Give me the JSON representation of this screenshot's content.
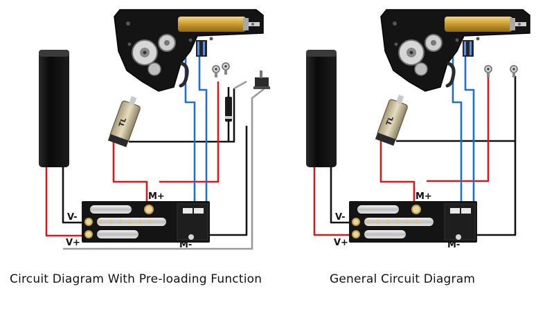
{
  "left_diagram": {
    "caption": "Circuit Diagram With Pre-loading Function",
    "labels": {
      "m_plus": "M+",
      "m_minus": "M-",
      "v_minus": "V-",
      "v_plus": "V+"
    }
  },
  "right_diagram": {
    "caption": "General Circuit Diagram",
    "labels": {
      "m_plus": "M+",
      "m_minus": "M-",
      "v_minus": "V-",
      "v_plus": "V+"
    }
  },
  "colors": {
    "positive_wire": "#d7191c",
    "negative_wire": "#111111",
    "signal_wire": "#1f6fd1",
    "preload_wire": "#9a9a9a",
    "board": "#151515",
    "brass": "#d9b24a"
  }
}
